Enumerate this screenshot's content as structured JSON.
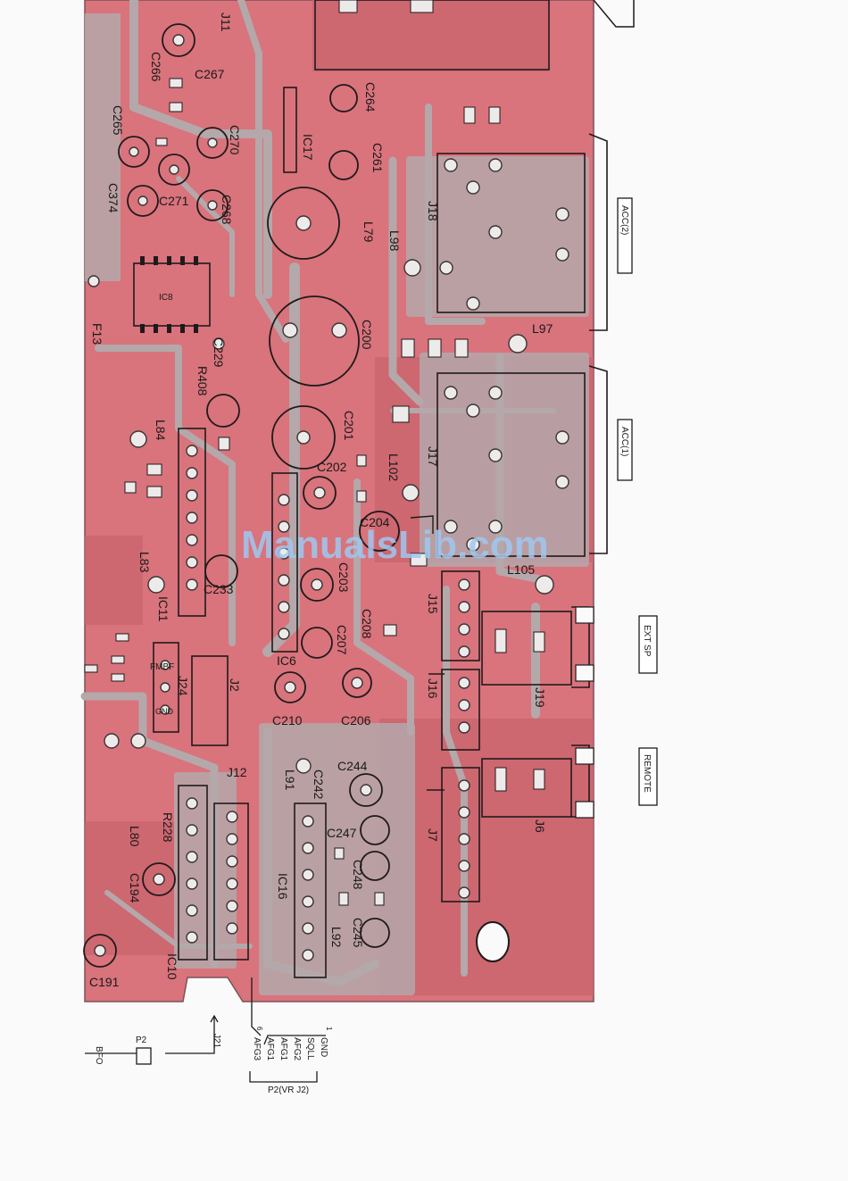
{
  "watermark": "ManualsLib.com",
  "colors": {
    "board": "#d9737c",
    "board_dark": "#c8636c",
    "trace": "#b4a8aa",
    "pad": "#ecebe9",
    "silk": "#1f1a1b"
  },
  "side_connectors": {
    "acc2": "ACC(2)",
    "acc1": "ACC(1)",
    "ext_sp": "EXT SP",
    "remote": "REMOTE"
  },
  "components": {
    "c266": "C266",
    "c267": "C267",
    "c265": "C265",
    "c270": "C270",
    "c374": "C374",
    "c271": "C271",
    "c268": "C268",
    "ic8": "IC8",
    "f13": "F13",
    "c229": "C229",
    "r408": "R408",
    "l84": "L84",
    "l83": "L83",
    "c233": "C233",
    "ic11": "IC11",
    "j11": "J11",
    "ic17": "IC17",
    "c264": "C264",
    "c261": "C261",
    "l79": "L79",
    "l98": "L98",
    "j18": "J18",
    "c200": "C200",
    "l97": "L97",
    "c201": "C201",
    "c202": "C202",
    "j17": "J17",
    "l102": "L102",
    "c204": "C204",
    "l105": "L105",
    "c203": "C203",
    "c208": "C208",
    "c207": "C207",
    "ic6": "IC6",
    "j15": "J15",
    "j24": "J24",
    "j2": "J2",
    "c210": "C210",
    "c206": "C206",
    "j16": "J16",
    "j19": "J19",
    "c244": "C244",
    "l91": "L91",
    "c242": "C242",
    "j12": "J12",
    "r228": "R228",
    "l80": "L80",
    "c194": "C194",
    "c247": "C247",
    "c248": "C248",
    "j7": "J7",
    "j6": "J6",
    "ic16": "IC16",
    "c245": "C245",
    "l92": "L92",
    "ic10": "IC10",
    "c191": "C191",
    "fmbf": "FMBF",
    "gnd": "GND"
  },
  "bottom": {
    "j21": "J21",
    "p2": "P2",
    "bfo": "BFO",
    "pins": [
      "GND",
      "SQLL",
      "AFG2",
      "AFG1",
      "AFG1",
      "AFG3"
    ],
    "pin_first": "1",
    "pin_last": "6",
    "connector_label": "P2(VR J2)"
  }
}
